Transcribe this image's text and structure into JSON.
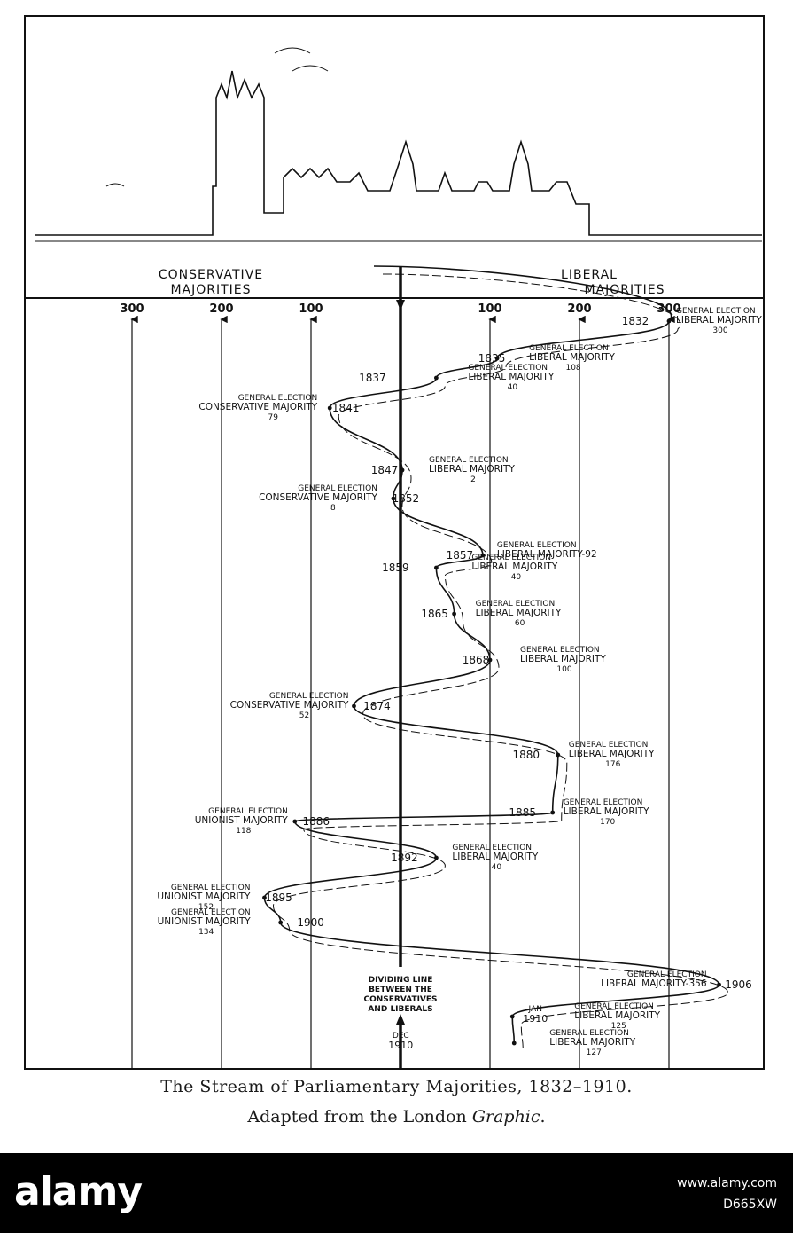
{
  "chart_data": {
    "type": "line",
    "title": "The Stream of Parliamentary Majorities, 1832–1910.",
    "subtitle_prefix": "Adapted from the London ",
    "subtitle_italic": "Graphic",
    "subtitle_suffix": ".",
    "left_header_line1": "CONSERVATIVE",
    "left_header_line2": "MAJORITIES",
    "right_header_line1": "LIBERAL",
    "right_header_line2": "MAJORITIES",
    "left_ticks": [
      "300",
      "200",
      "100"
    ],
    "right_ticks": [
      "100",
      "200",
      "300"
    ],
    "tick_values": [
      300,
      200,
      100
    ],
    "dividing_line_label": [
      "DIVIDING LINE",
      "BETWEEN THE",
      "CONSERVATIVES",
      "AND LIBERALS"
    ],
    "elections": [
      {
        "year_label": "1832",
        "heading": "GENERAL ELECTION",
        "party_label": "LIBERAL MAJORITY",
        "value_label": "300",
        "party": "Liberal",
        "majority": 300
      },
      {
        "year_label": "1835",
        "heading": "GENERAL ELECTION",
        "party_label": "LIBERAL MAJORITY",
        "value_label": "108",
        "party": "Liberal",
        "majority": 108
      },
      {
        "year_label": "1837",
        "heading": "GENERAL ELECTION",
        "party_label": "LIBERAL MAJORITY",
        "value_label": "40",
        "party": "Liberal",
        "majority": 40
      },
      {
        "year_label": "1841",
        "heading": "GENERAL ELECTION",
        "party_label": "CONSERVATIVE MAJORITY",
        "value_label": "79",
        "party": "Conservative",
        "majority": 79
      },
      {
        "year_label": "1847",
        "heading": "GENERAL ELECTION",
        "party_label": "LIBERAL MAJORITY",
        "value_label": "2",
        "party": "Liberal",
        "majority": 2
      },
      {
        "year_label": "1852",
        "heading": "GENERAL ELECTION",
        "party_label": "CONSERVATIVE MAJORITY",
        "value_label": "8",
        "party": "Conservative",
        "majority": 8
      },
      {
        "year_label": "1857",
        "heading": "GENERAL ELECTION",
        "party_label": "LIBERAL MAJORITY-92",
        "value_label": "",
        "party": "Liberal",
        "majority": 92
      },
      {
        "year_label": "1859",
        "heading": "GENERAL ELECTION",
        "party_label": "LIBERAL MAJORITY",
        "value_label": "40",
        "party": "Liberal",
        "majority": 40
      },
      {
        "year_label": "1865",
        "heading": "GENERAL ELECTION",
        "party_label": "LIBERAL MAJORITY",
        "value_label": "60",
        "party": "Liberal",
        "majority": 60
      },
      {
        "year_label": "1868",
        "heading": "GENERAL ELECTION",
        "party_label": "LIBERAL MAJORITY",
        "value_label": "100",
        "party": "Liberal",
        "majority": 100
      },
      {
        "year_label": "1874",
        "heading": "GENERAL ELECTION",
        "party_label": "CONSERVATIVE MAJORITY",
        "value_label": "52",
        "party": "Conservative",
        "majority": 52
      },
      {
        "year_label": "1880",
        "heading": "GENERAL ELECTION",
        "party_label": "LIBERAL MAJORITY",
        "value_label": "176",
        "party": "Liberal",
        "majority": 176
      },
      {
        "year_label": "1885",
        "heading": "GENERAL ELECTION",
        "party_label": "LIBERAL MAJORITY",
        "value_label": "170",
        "party": "Liberal",
        "majority": 170
      },
      {
        "year_label": "1886",
        "heading": "GENERAL ELECTION",
        "party_label": "UNIONIST MAJORITY",
        "value_label": "118",
        "party": "Unionist",
        "majority": 118
      },
      {
        "year_label": "1892",
        "heading": "GENERAL ELECTION",
        "party_label": "LIBERAL MAJORITY",
        "value_label": "40",
        "party": "Liberal",
        "majority": 40
      },
      {
        "year_label": "1895",
        "heading": "GENERAL ELECTION",
        "party_label": "UNIONIST MAJORITY",
        "value_label": "152",
        "party": "Unionist",
        "majority": 152
      },
      {
        "year_label": "1900",
        "heading": "GENERAL ELECTION",
        "party_label": "UNIONIST MAJORITY",
        "value_label": "134",
        "party": "Unionist",
        "majority": 134
      },
      {
        "year_label": "1906",
        "heading": "GENERAL ELECTION",
        "party_label": "LIBERAL MAJORITY-356",
        "value_label": "",
        "party": "Liberal",
        "majority": 356
      },
      {
        "year_label": "JAN 1910",
        "heading": "GENERAL ELECTION",
        "party_label": "LIBERAL MAJORITY",
        "value_label": "125",
        "party": "Liberal",
        "majority": 125
      },
      {
        "year_label": "DEC 1910",
        "heading": "GENERAL ELECTION",
        "party_label": "LIBERAL MAJORITY",
        "value_label": "127",
        "party": "Liberal",
        "majority": 127
      }
    ]
  },
  "footer": {
    "logo": "alamy",
    "stock_id_line1": "www.alamy.com",
    "stock_id_line2": "D665XW"
  }
}
